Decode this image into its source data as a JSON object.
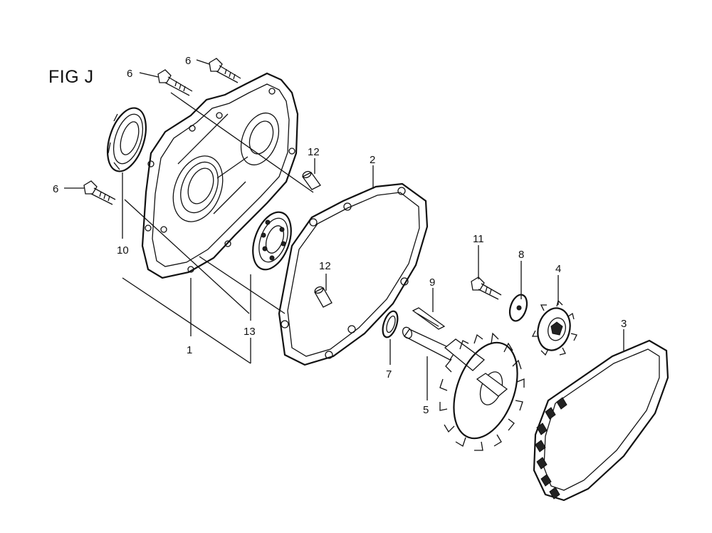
{
  "figure": {
    "title": "FIG J"
  },
  "callouts": [
    {
      "id": "c6a",
      "label": "6"
    },
    {
      "id": "c6b",
      "label": "6"
    },
    {
      "id": "c6c",
      "label": "6"
    },
    {
      "id": "c12a",
      "label": "12"
    },
    {
      "id": "c2",
      "label": "2"
    },
    {
      "id": "c10",
      "label": "10"
    },
    {
      "id": "c12b",
      "label": "12"
    },
    {
      "id": "c13",
      "label": "13"
    },
    {
      "id": "c1",
      "label": "1"
    },
    {
      "id": "c11",
      "label": "11"
    },
    {
      "id": "c8",
      "label": "8"
    },
    {
      "id": "c4",
      "label": "4"
    },
    {
      "id": "c9",
      "label": "9"
    },
    {
      "id": "c3",
      "label": "3"
    },
    {
      "id": "c7",
      "label": "7"
    },
    {
      "id": "c5",
      "label": "5"
    }
  ]
}
